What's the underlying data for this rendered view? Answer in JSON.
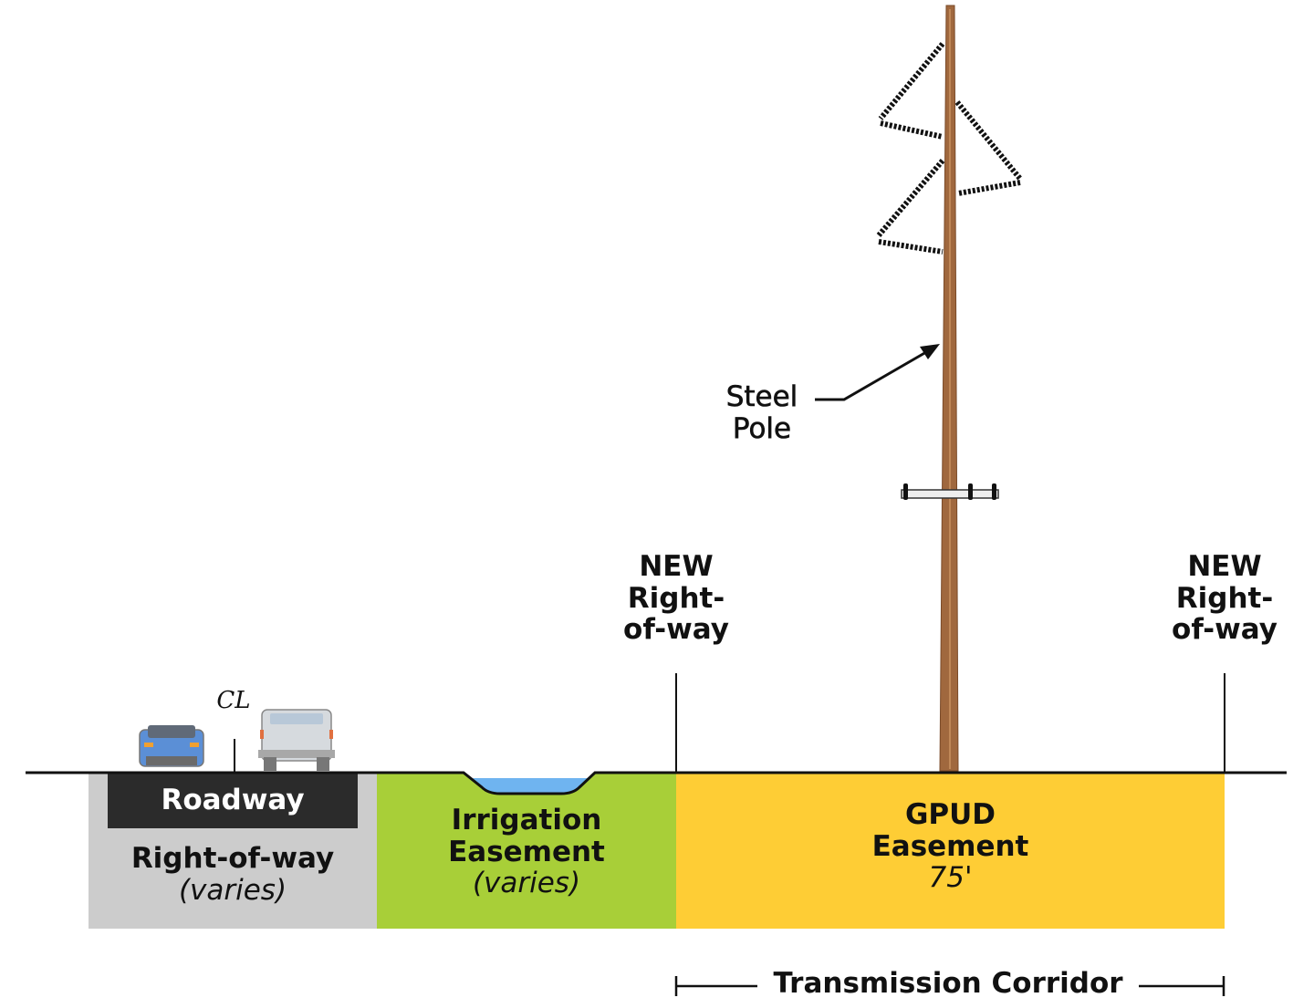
{
  "colors": {
    "roadway_row": "#cccccc",
    "roadway": "#2b2b2b",
    "irrigation": "#a8cf38",
    "water": "#6fb4f0",
    "gpud": "#fecd35",
    "pole": "#a0683e",
    "ground": "#111111"
  },
  "labels": {
    "centerline": "CL",
    "roadway": "Roadway",
    "row_title": "Right-of-way",
    "row_sub": "(varies)",
    "irr_title_1": "Irrigation",
    "irr_title_2": "Easement",
    "irr_sub": "(varies)",
    "gpud_title_1": "GPUD",
    "gpud_title_2": "Easement",
    "gpud_sub": "75'",
    "new_row_left": [
      "NEW",
      "Right-",
      "of-way"
    ],
    "new_row_right": [
      "NEW",
      "Right-",
      "of-way"
    ],
    "pole_1": "Steel",
    "pole_2": "Pole",
    "corridor": "Transmission Corridor"
  }
}
